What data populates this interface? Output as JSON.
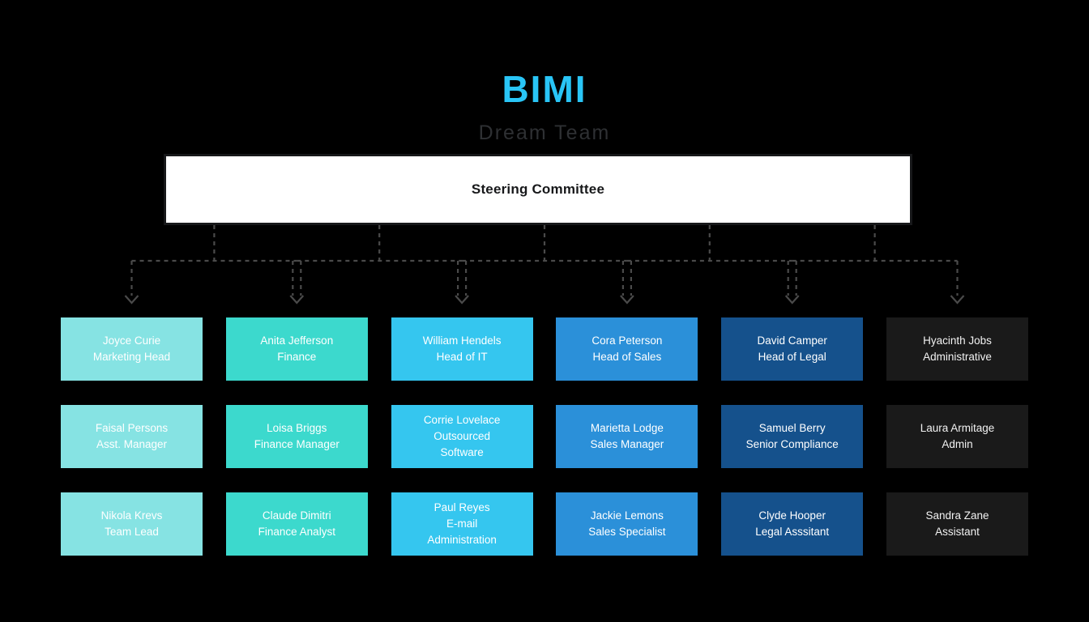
{
  "header": {
    "title": "BIMI",
    "subtitle": "Dream Team",
    "title_color": "#29c5f6",
    "subtitle_color": "#2e3033"
  },
  "root": {
    "label": "Steering Committee",
    "background": "#ffffff",
    "border_color": "#17181a",
    "text_color": "#17181a"
  },
  "canvas": {
    "background": "#000000"
  },
  "connector": {
    "color": "#4a4a4a",
    "style": "dashed",
    "arrowhead": "chevron-down"
  },
  "chart_data": {
    "type": "diagram",
    "diagram_type": "organizational-chart",
    "title": "BIMI",
    "subtitle": "Dream Team",
    "root": "Steering Committee",
    "levels": 3,
    "column_count": 6,
    "columns": [
      {
        "index": 0,
        "color": "#86e3e3",
        "department": "Marketing",
        "nodes": [
          {
            "name": "Joyce Curie",
            "role": "Marketing Head"
          },
          {
            "name": "Faisal Persons",
            "role": "Asst. Manager"
          },
          {
            "name": "Nikola Krevs",
            "role": "Team Lead"
          }
        ]
      },
      {
        "index": 1,
        "color": "#3cd9cd",
        "department": "Finance",
        "nodes": [
          {
            "name": "Anita Jefferson",
            "role": "Finance"
          },
          {
            "name": "Loisa Briggs",
            "role": "Finance Manager"
          },
          {
            "name": "Claude Dimitri",
            "role": "Finance Analyst"
          }
        ]
      },
      {
        "index": 2,
        "color": "#35c6ef",
        "department": "IT",
        "nodes": [
          {
            "name": "William Hendels",
            "role": "Head of IT"
          },
          {
            "name": "Corrie Lovelace",
            "role": "Outsourced",
            "role2": "Software"
          },
          {
            "name": "Paul Reyes",
            "role": "E-mail",
            "role2": "Administration"
          }
        ]
      },
      {
        "index": 3,
        "color": "#2b90d9",
        "department": "Sales",
        "nodes": [
          {
            "name": "Cora Peterson",
            "role": "Head of Sales"
          },
          {
            "name": "Marietta Lodge",
            "role": "Sales Manager"
          },
          {
            "name": "Jackie Lemons",
            "role": "Sales Specialist"
          }
        ]
      },
      {
        "index": 4,
        "color": "#15518c",
        "department": "Legal",
        "nodes": [
          {
            "name": "David Camper",
            "role": "Head of Legal"
          },
          {
            "name": "Samuel Berry",
            "role": "Senior Compliance"
          },
          {
            "name": "Clyde Hooper",
            "role": "Legal Asssitant"
          }
        ]
      },
      {
        "index": 5,
        "color": "#1a1a1a",
        "department": "Administrative",
        "nodes": [
          {
            "name": "Hyacinth Jobs",
            "role": "Administrative"
          },
          {
            "name": "Laura Armitage",
            "role": "Admin"
          },
          {
            "name": "Sandra Zane",
            "role": "Assistant"
          }
        ]
      }
    ]
  }
}
